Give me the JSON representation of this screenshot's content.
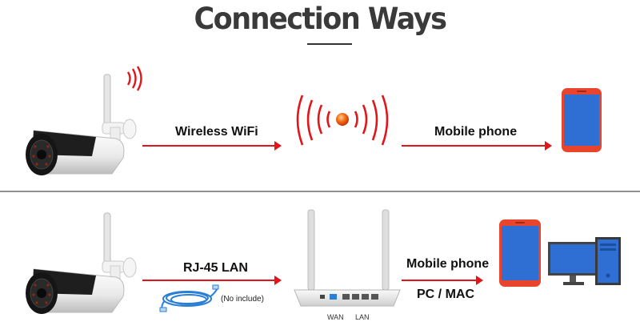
{
  "title": "Connection Ways",
  "row1": {
    "wireless_label": "Wireless WiFi",
    "mobile_label": "Mobile phone"
  },
  "row2": {
    "lan_label": "RJ-45 LAN",
    "no_include_label": "(No include)",
    "mobile_label": "Mobile phone",
    "pc_label": "PC / MAC",
    "wan_label": "WAN",
    "lan_port_label": "LAN"
  },
  "colors": {
    "accent_red": "#e0161b",
    "phone_frame": "#e8452c",
    "screen_blue": "#2f6fd4",
    "title_gray": "#3a3a3a"
  }
}
